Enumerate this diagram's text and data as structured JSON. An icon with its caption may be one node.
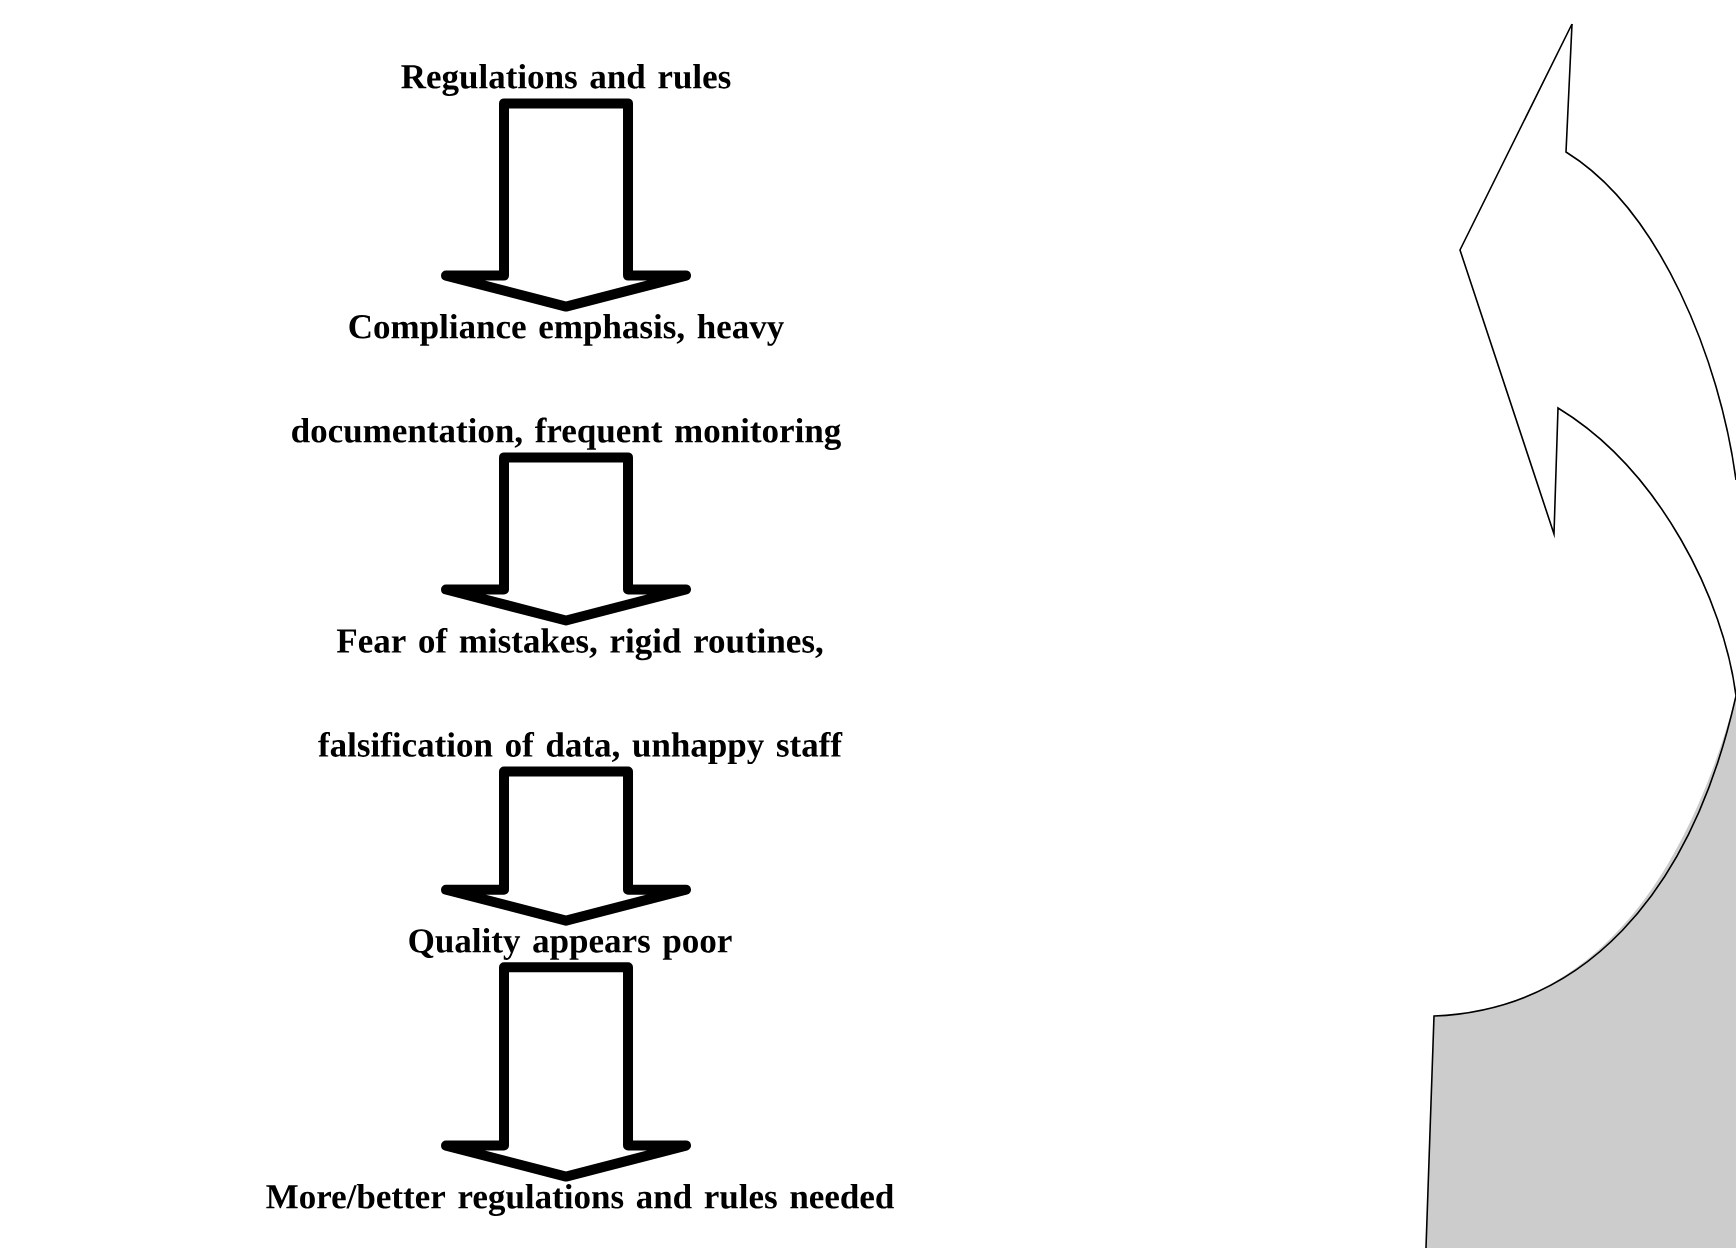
{
  "diagram": {
    "nodes": [
      {
        "text": [
          "Regulations and rules"
        ]
      },
      {
        "text": [
          "Compliance emphasis, heavy documentation, frequent monitoring"
        ]
      },
      {
        "text": [
          "Fear of mistakes, rigid routines, falsification of data, unhappy staff"
        ]
      },
      {
        "text": [
          "Quality appears poor"
        ]
      },
      {
        "text": [
          "More/better regulations and rules needed"
        ]
      }
    ],
    "edges": [
      {
        "from": 0,
        "to": 1,
        "arrow": "to"
      },
      {
        "from": 1,
        "to": 2,
        "arrow": "to"
      },
      {
        "from": 2,
        "to": 3,
        "arrow": "to"
      },
      {
        "from": 3,
        "to": 4,
        "arrow": "to"
      }
    ]
  }
}
